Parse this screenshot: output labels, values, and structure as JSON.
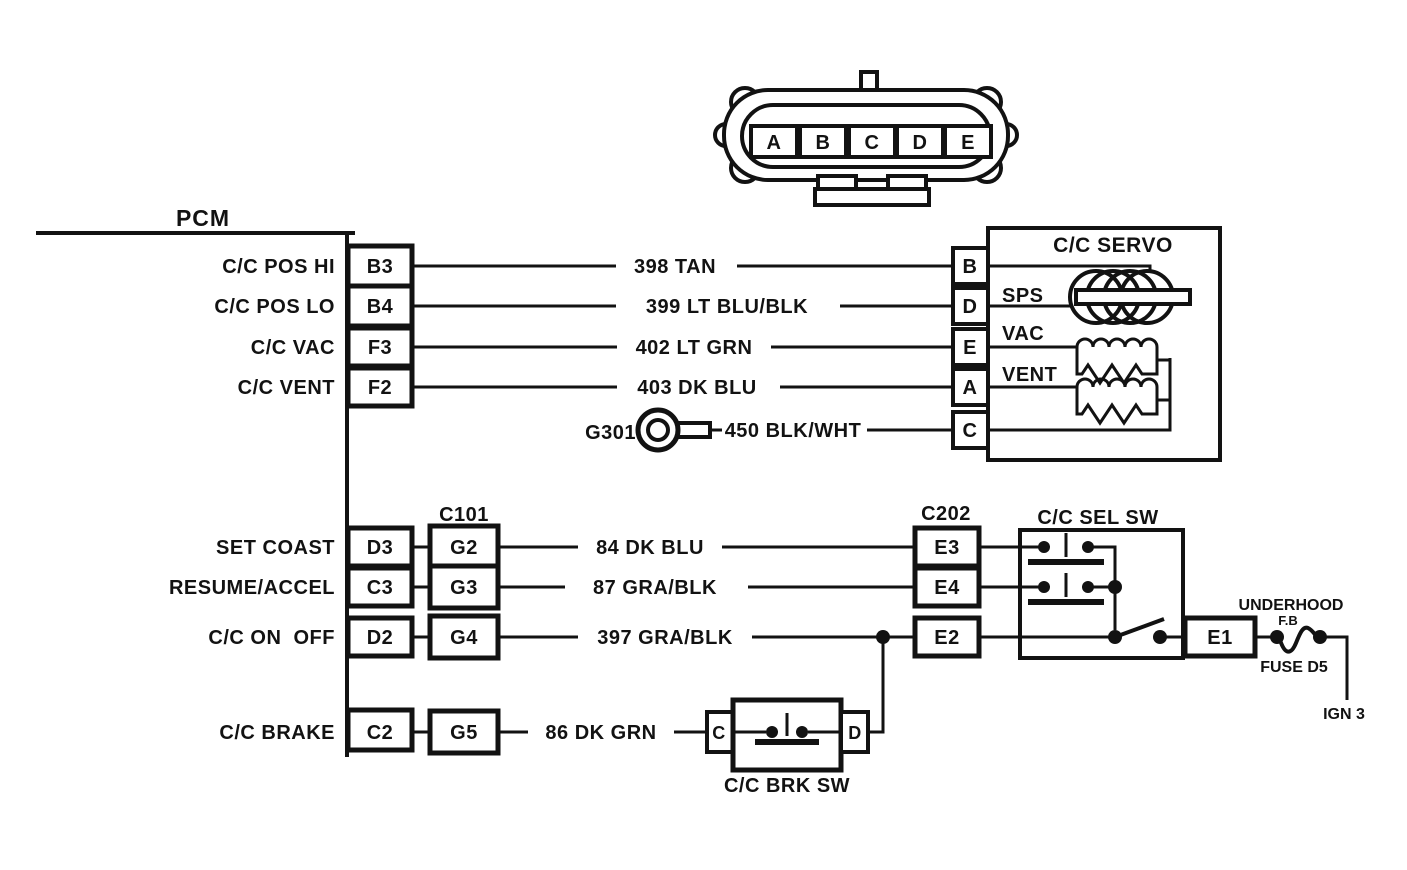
{
  "top_connector": {
    "pins": [
      "A",
      "B",
      "C",
      "D",
      "E"
    ]
  },
  "pcm": {
    "label": "PCM",
    "upper_rows": [
      {
        "function": "C/C POS HI",
        "pin": "B3",
        "wire": "398 TAN",
        "servo_pin": "B"
      },
      {
        "function": "C/C POS LO",
        "pin": "B4",
        "wire": "399 LT BLU/BLK",
        "servo_pin": "D"
      },
      {
        "function": "C/C VAC",
        "pin": "F3",
        "wire": "402 LT GRN",
        "servo_pin": "E"
      },
      {
        "function": "C/C VENT",
        "pin": "F2",
        "wire": "403 DK BLU",
        "servo_pin": "A"
      }
    ],
    "lower_rows": [
      {
        "function": "SET COAST",
        "pin": "D3",
        "c101_pin": "G2",
        "wire": "84 DK BLU",
        "c202_pin": "E3"
      },
      {
        "function": "RESUME/ACCEL",
        "pin": "C3",
        "c101_pin": "G3",
        "wire": "87 GRA/BLK",
        "c202_pin": "E4"
      },
      {
        "function": "C/C ON  OFF",
        "pin": "D2",
        "c101_pin": "G4",
        "wire": "397 GRA/BLK",
        "c202_pin": "E2"
      },
      {
        "function": "C/C BRAKE",
        "pin": "C2",
        "c101_pin": "G5",
        "wire": "86 DK GRN"
      }
    ]
  },
  "ground": {
    "label": "G301",
    "wire": "450 BLK/WHT",
    "servo_pin": "C"
  },
  "servo": {
    "title": "C/C SERVO",
    "sps_label": "SPS",
    "vac_label": "VAC",
    "vent_label": "VENT"
  },
  "connectors": {
    "c101": "C101",
    "c202": "C202"
  },
  "sel_switch": {
    "title": "C/C SEL SW"
  },
  "brake_switch": {
    "title": "C/C BRK SW",
    "pin_left": "C",
    "pin_right": "D"
  },
  "power": {
    "pin": "E1",
    "fuse_box_line1": "UNDERHOOD",
    "fuse_box_line2": "F.B",
    "fuse_label": "FUSE D5",
    "ignition": "IGN 3"
  },
  "colors": {
    "ink": "#121212",
    "paper": "#ffffff"
  }
}
